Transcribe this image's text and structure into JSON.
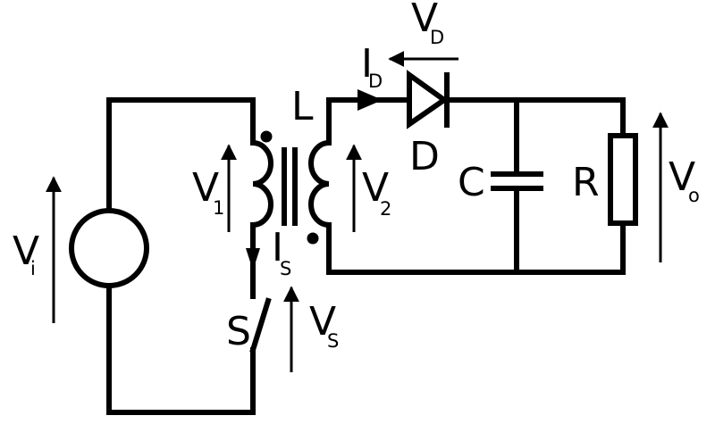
{
  "diagram": {
    "title": "",
    "colors": {
      "stroke": "#000000",
      "background": "#ffffff"
    },
    "labels": {
      "input_voltage": {
        "main": "V",
        "sub": "i"
      },
      "primary_voltage": {
        "main": "V",
        "sub": "1"
      },
      "secondary_voltage": {
        "main": "V",
        "sub": "2"
      },
      "switch_current": {
        "main": "I",
        "sub": "S"
      },
      "switch_voltage": {
        "main": "V",
        "sub": "S"
      },
      "switch": {
        "main": "S"
      },
      "inductance": {
        "main": "L"
      },
      "diode_current": {
        "main": "I",
        "sub": "D"
      },
      "diode_voltage": {
        "main": "V",
        "sub": "D"
      },
      "diode": {
        "main": "D"
      },
      "capacitor": {
        "main": "C"
      },
      "resistor": {
        "main": "R"
      },
      "output_voltage": {
        "main": "V",
        "sub": "o"
      }
    }
  }
}
